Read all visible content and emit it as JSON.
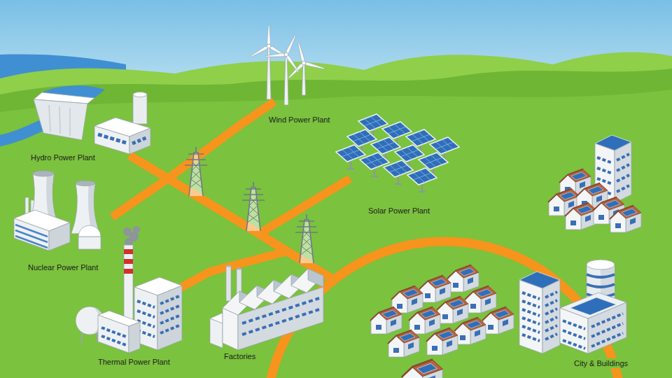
{
  "diagram": {
    "nodes": [
      {
        "text": [
          "Wind Power Plant"
        ]
      },
      {
        "text": [
          "Hydro Power Plant"
        ]
      },
      {
        "text": [
          "Solar Power Plant"
        ]
      },
      {
        "text": [
          "Nuclear Power Plant"
        ]
      },
      {
        "text": [
          "Factories"
        ]
      },
      {
        "text": [
          "Thermal Power Plant"
        ]
      },
      {
        "text": [
          "City & Buildings"
        ]
      }
    ],
    "edges": [
      {
        "from": 0,
        "to": 6,
        "arrow": "none"
      },
      {
        "from": 1,
        "to": 6,
        "arrow": "none"
      },
      {
        "from": 2,
        "to": 6,
        "arrow": "none"
      },
      {
        "from": 3,
        "to": 6,
        "arrow": "none"
      },
      {
        "from": 5,
        "to": 6,
        "arrow": "none"
      },
      {
        "from": 4,
        "to": 6,
        "arrow": "none"
      }
    ]
  }
}
